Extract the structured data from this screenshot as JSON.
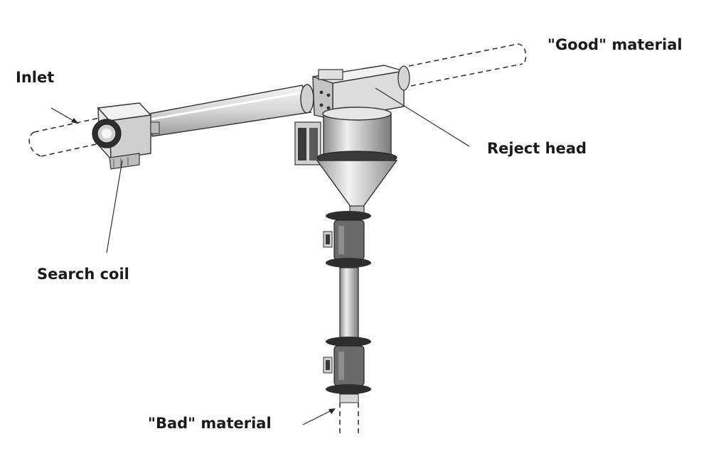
{
  "diagram": {
    "labels": {
      "inlet": "Inlet",
      "good_material": "\"Good\" material",
      "reject_head": "Reject head",
      "search_coil": "Search coil",
      "bad_material": "\"Bad\" material"
    },
    "colors": {
      "ink": "#1a1a1a",
      "metal_light": "#e8e8e8",
      "metal_mid": "#bdbdbd",
      "metal_dark": "#6e6e6e",
      "dark_part": "#3a3a3a"
    }
  }
}
